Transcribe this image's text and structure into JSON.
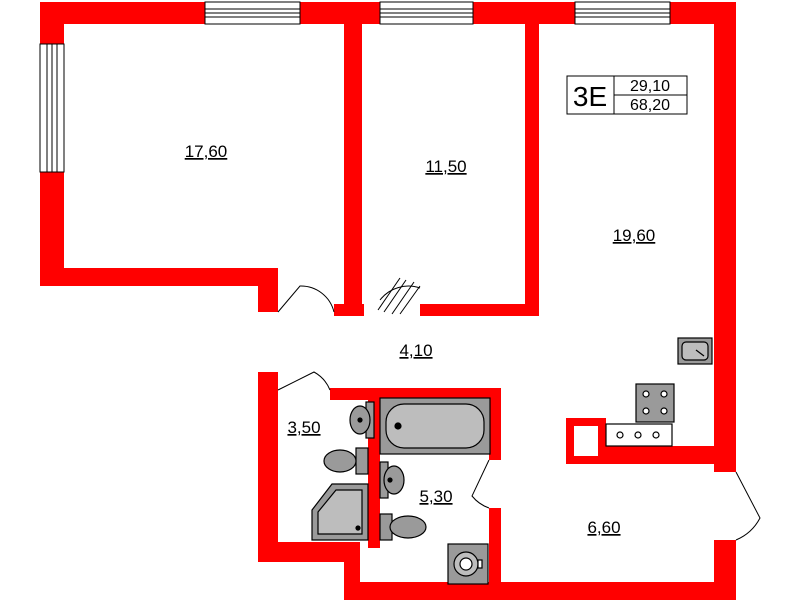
{
  "apartment": {
    "type_label": "3Е",
    "living_area": "29,10",
    "total_area": "68,20"
  },
  "rooms": [
    {
      "id": "bedroom-1",
      "area": "17,60"
    },
    {
      "id": "bedroom-2",
      "area": "11,50"
    },
    {
      "id": "living-room",
      "area": "19,60"
    },
    {
      "id": "hallway",
      "area": "4,10"
    },
    {
      "id": "toilet",
      "area": "3,50"
    },
    {
      "id": "bathroom",
      "area": "5,30"
    },
    {
      "id": "kitchen",
      "area": "6,60"
    }
  ],
  "colors": {
    "wall": "#ff0000",
    "fixture_fill": "#9a9a9a",
    "fixture_stroke": "#000000",
    "background": "#ffffff"
  },
  "icons": [
    "window-icon",
    "door-icon",
    "bathtub-icon",
    "sink-icon",
    "toilet-icon",
    "shower-icon",
    "stove-icon",
    "kitchen-sink-icon",
    "washing-machine-icon"
  ]
}
